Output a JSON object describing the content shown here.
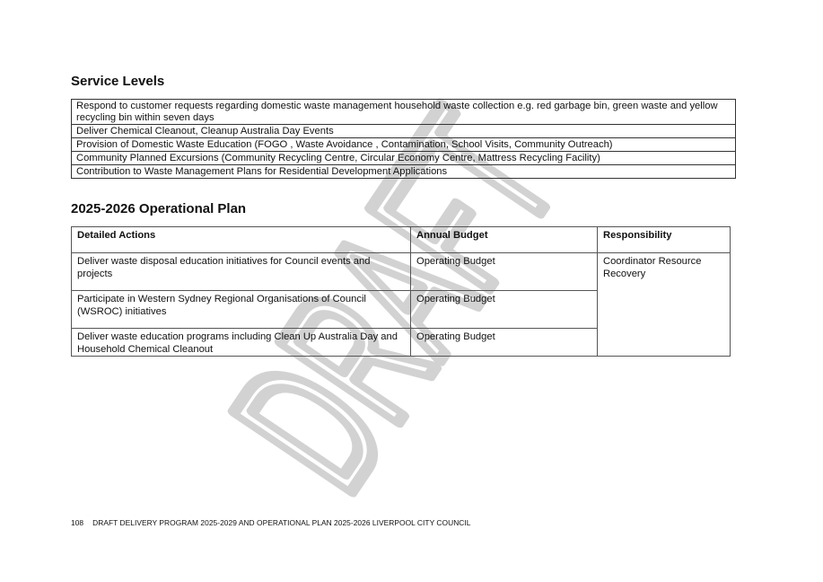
{
  "watermark": "DRAFT",
  "service_levels": {
    "title": "Service Levels",
    "rows": [
      "Respond to customer requests regarding domestic waste management household waste collection e.g. red garbage bin, green waste and yellow recycling bin within seven days",
      "Deliver Chemical Cleanout, Cleanup Australia Day Events",
      "Provision of Domestic Waste Education (FOGO , Waste Avoidance , Contamination, School Visits, Community Outreach)",
      "Community Planned Excursions (Community Recycling Centre, Circular Economy Centre, Mattress Recycling Facility)",
      "Contribution to Waste Management Plans for Residential Development Applications"
    ]
  },
  "operational_plan": {
    "title": "2025-2026 Operational Plan",
    "headers": [
      "Detailed Actions",
      "Annual Budget",
      "Responsibility"
    ],
    "rows": [
      {
        "action": "Deliver waste disposal education initiatives for Council events and projects",
        "budget": "Operating Budget"
      },
      {
        "action": "Participate in Western Sydney Regional Organisations of Council (WSROC) initiatives",
        "budget": "Operating Budget"
      },
      {
        "action": "Deliver waste education programs including Clean Up Australia Day and Household Chemical Cleanout",
        "budget": "Operating Budget"
      }
    ],
    "responsibility": "Coordinator Resource Recovery"
  },
  "footer": {
    "page_number": "108",
    "text": "DRAFT DELIVERY PROGRAM 2025-2029 AND OPERATIONAL PLAN 2025-2026 LIVERPOOL CITY COUNCIL"
  }
}
